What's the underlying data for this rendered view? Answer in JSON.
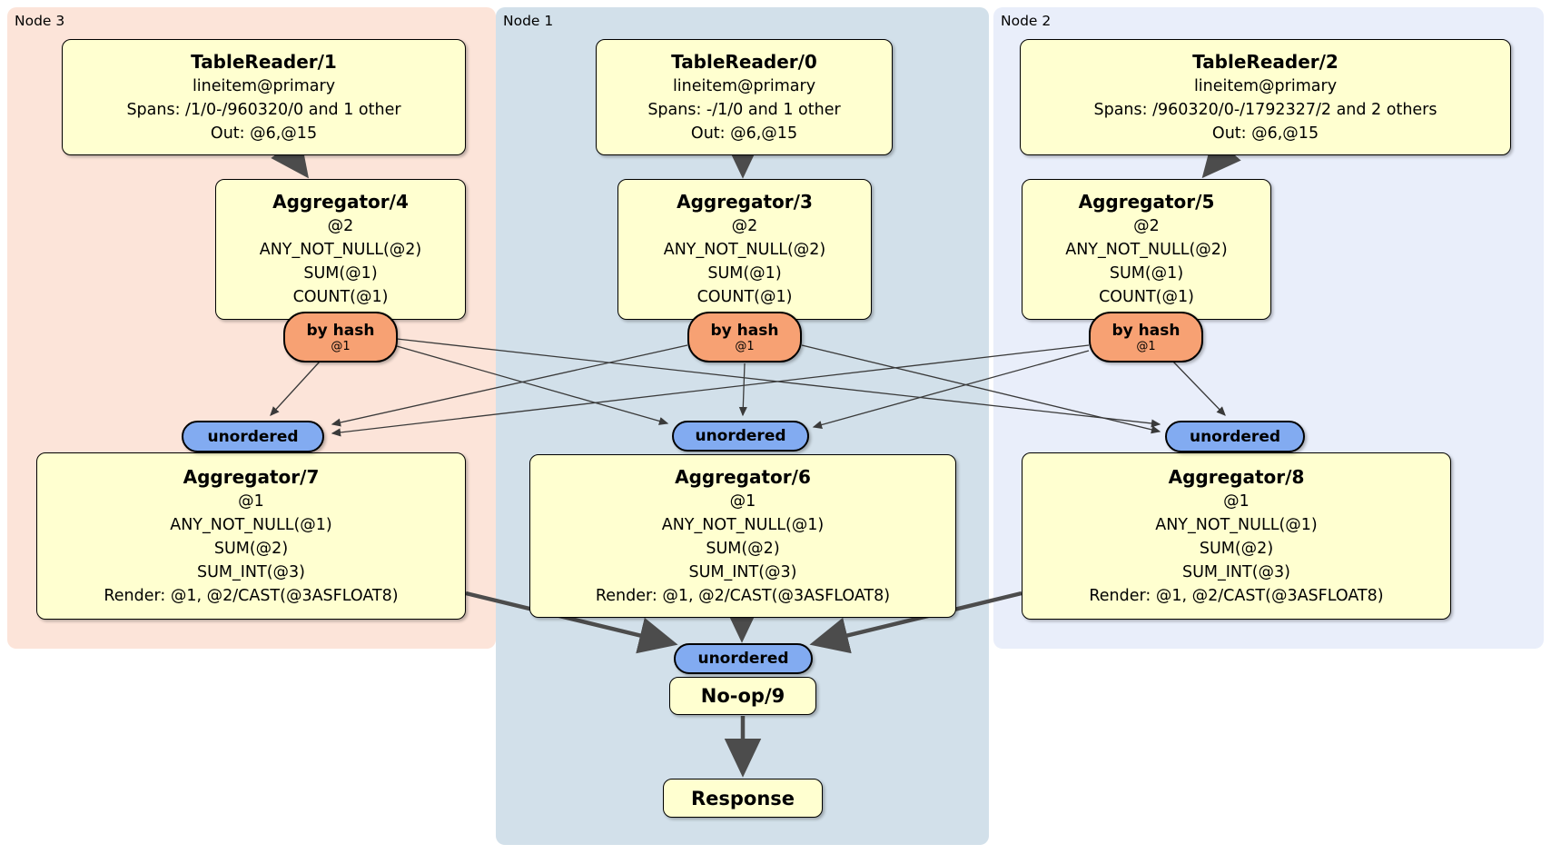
{
  "groups": {
    "node3": {
      "label": "Node 3"
    },
    "node1": {
      "label": "Node 1"
    },
    "node2": {
      "label": "Node 2"
    }
  },
  "colors": {
    "node3_bg": "#fce4d9",
    "node1_bg": "#d2e0ea",
    "node2_bg": "#e9eefa",
    "box_fill": "#ffffd0",
    "hash_router_fill": "#f7a173",
    "unordered_router_fill": "#82abf1",
    "thick_arrow": "#4c4c4c",
    "thin_arrow": "#3a3a3a"
  },
  "boxes": {
    "tablereader1": {
      "title": "TableReader/1",
      "lines": [
        "lineitem@primary",
        "Spans: /1/0-/960320/0 and 1 other",
        "Out: @6,@15"
      ]
    },
    "tablereader0": {
      "title": "TableReader/0",
      "lines": [
        "lineitem@primary",
        "Spans: -/1/0 and 1 other",
        "Out: @6,@15"
      ]
    },
    "tablereader2": {
      "title": "TableReader/2",
      "lines": [
        "lineitem@primary",
        "Spans: /960320/0-/1792327/2 and 2 others",
        "Out: @6,@15"
      ]
    },
    "aggregator4": {
      "title": "Aggregator/4",
      "lines": [
        "@2",
        "ANY_NOT_NULL(@2)",
        "SUM(@1)",
        "COUNT(@1)"
      ]
    },
    "aggregator3": {
      "title": "Aggregator/3",
      "lines": [
        "@2",
        "ANY_NOT_NULL(@2)",
        "SUM(@1)",
        "COUNT(@1)"
      ]
    },
    "aggregator5": {
      "title": "Aggregator/5",
      "lines": [
        "@2",
        "ANY_NOT_NULL(@2)",
        "SUM(@1)",
        "COUNT(@1)"
      ]
    },
    "aggregator7": {
      "title": "Aggregator/7",
      "lines": [
        "@1",
        "ANY_NOT_NULL(@1)",
        "SUM(@2)",
        "SUM_INT(@3)",
        "Render: @1, @2/CAST(@3ASFLOAT8)"
      ]
    },
    "aggregator6": {
      "title": "Aggregator/6",
      "lines": [
        "@1",
        "ANY_NOT_NULL(@1)",
        "SUM(@2)",
        "SUM_INT(@3)",
        "Render: @1, @2/CAST(@3ASFLOAT8)"
      ]
    },
    "aggregator8": {
      "title": "Aggregator/8",
      "lines": [
        "@1",
        "ANY_NOT_NULL(@1)",
        "SUM(@2)",
        "SUM_INT(@3)",
        "Render: @1, @2/CAST(@3ASFLOAT8)"
      ]
    },
    "noop9": {
      "title": "No-op/9"
    },
    "response": {
      "title": "Response"
    }
  },
  "routers": {
    "hash_node3": {
      "label": "by hash",
      "arg": "@1"
    },
    "hash_node1": {
      "label": "by hash",
      "arg": "@1"
    },
    "hash_node2": {
      "label": "by hash",
      "arg": "@1"
    },
    "unordered_node3": {
      "label": "unordered"
    },
    "unordered_node1": {
      "label": "unordered"
    },
    "unordered_node2": {
      "label": "unordered"
    },
    "unordered_final": {
      "label": "unordered"
    }
  },
  "edges": [
    {
      "from": "TableReader/1",
      "to": "Aggregator/4"
    },
    {
      "from": "TableReader/0",
      "to": "Aggregator/3"
    },
    {
      "from": "TableReader/2",
      "to": "Aggregator/5"
    },
    {
      "from": "Aggregator/4 (by hash @1)",
      "to": "unordered @ Node 3"
    },
    {
      "from": "Aggregator/4 (by hash @1)",
      "to": "unordered @ Node 1"
    },
    {
      "from": "Aggregator/4 (by hash @1)",
      "to": "unordered @ Node 2"
    },
    {
      "from": "Aggregator/3 (by hash @1)",
      "to": "unordered @ Node 3"
    },
    {
      "from": "Aggregator/3 (by hash @1)",
      "to": "unordered @ Node 1"
    },
    {
      "from": "Aggregator/3 (by hash @1)",
      "to": "unordered @ Node 2"
    },
    {
      "from": "Aggregator/5 (by hash @1)",
      "to": "unordered @ Node 3"
    },
    {
      "from": "Aggregator/5 (by hash @1)",
      "to": "unordered @ Node 1"
    },
    {
      "from": "Aggregator/5 (by hash @1)",
      "to": "unordered @ Node 2"
    },
    {
      "from": "unordered @ Node 3",
      "to": "Aggregator/7"
    },
    {
      "from": "unordered @ Node 1",
      "to": "Aggregator/6"
    },
    {
      "from": "unordered @ Node 2",
      "to": "Aggregator/8"
    },
    {
      "from": "Aggregator/7",
      "to": "unordered (final)"
    },
    {
      "from": "Aggregator/6",
      "to": "unordered (final)"
    },
    {
      "from": "Aggregator/8",
      "to": "unordered (final)"
    },
    {
      "from": "unordered (final)",
      "to": "No-op/9"
    },
    {
      "from": "No-op/9",
      "to": "Response"
    }
  ]
}
